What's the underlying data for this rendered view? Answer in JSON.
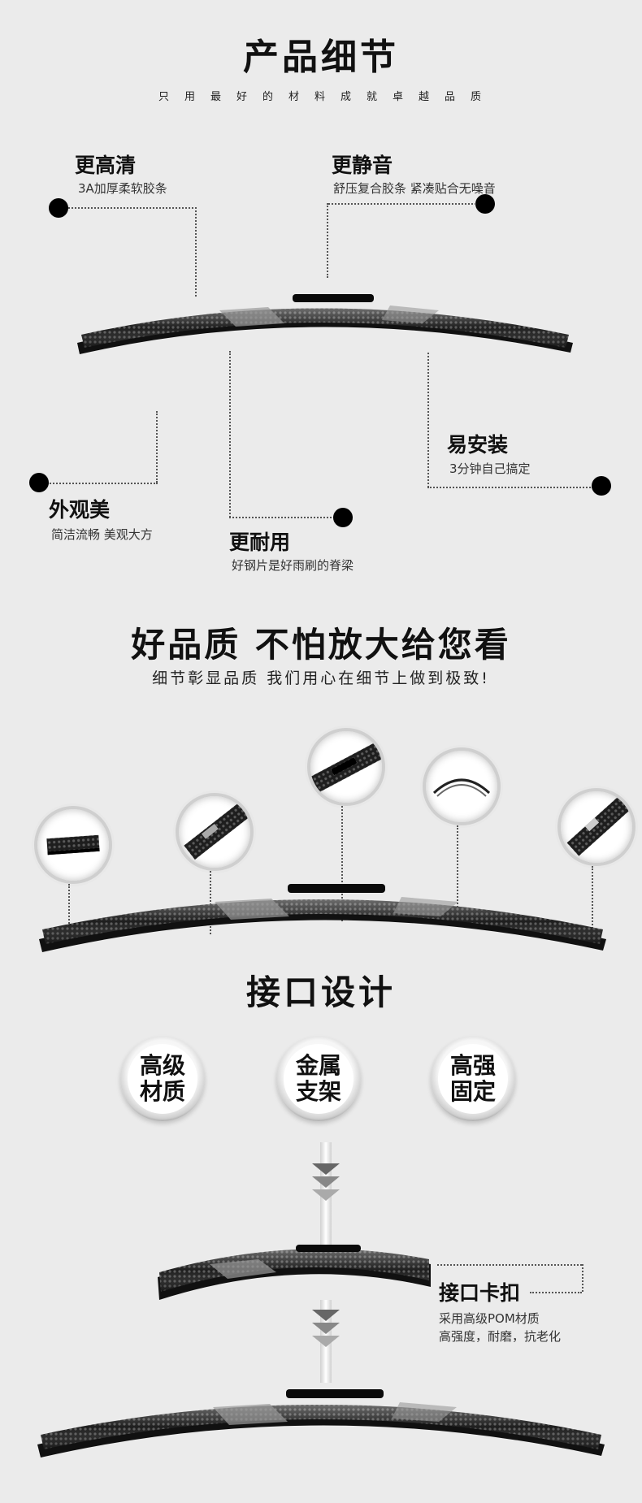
{
  "section1": {
    "title": "产品细节",
    "subtitle": "只用最好的材料成就卓越品质",
    "features": {
      "clear": {
        "title": "更高清",
        "desc": "3A加厚柔软胶条"
      },
      "quiet": {
        "title": "更静音",
        "desc": "舒压复合胶条 紧凑贴合无噪音"
      },
      "install": {
        "title": "易安装",
        "desc": "3分钟自己搞定"
      },
      "looks": {
        "title": "外观美",
        "desc": "简洁流畅 美观大方"
      },
      "durable": {
        "title": "更耐用",
        "desc": "好钢片是好雨刷的脊梁"
      }
    }
  },
  "section2": {
    "title": "好品质 不怕放大给您看",
    "subtitle": "细节彰显品质 我们用心在细节上做到极致!"
  },
  "section3": {
    "title": "接口设计",
    "badges": [
      {
        "line1": "高级",
        "line2": "材质"
      },
      {
        "line1": "金属",
        "line2": "支架"
      },
      {
        "line1": "高强",
        "line2": "固定"
      }
    ],
    "callout": {
      "title": "接口卡扣",
      "desc1": "采用高级POM材质",
      "desc2": "高强度，耐磨，抗老化"
    }
  },
  "colors": {
    "background": "#ebebeb",
    "text": "#111111",
    "wiper": "#2a2a2a"
  },
  "icons": [
    "bullet-dot",
    "wiper-blade",
    "magnifier-circle",
    "down-arrow-icon"
  ]
}
